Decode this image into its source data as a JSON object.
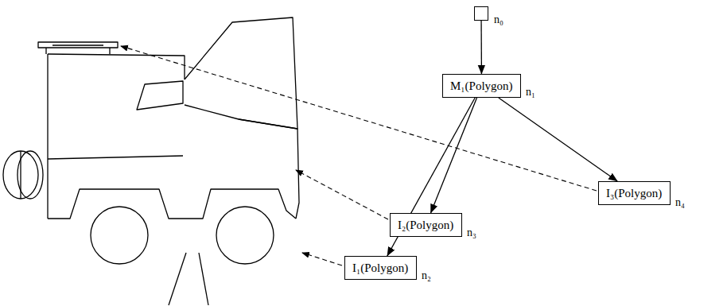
{
  "diagram": {
    "nodes": [
      {
        "text": [
          "n₀"
        ]
      },
      {
        "text": [
          "M₁(Polygon)",
          "n₁"
        ]
      },
      {
        "text": [
          "I₁(Polygon)",
          "n₂"
        ]
      },
      {
        "text": [
          "I₂(Polygon)",
          "n₃"
        ]
      },
      {
        "text": [
          "I₃(Polygon)",
          "n₄"
        ]
      }
    ],
    "edges": [
      {
        "from": 0,
        "to": 1,
        "arrow": "to"
      },
      {
        "from": 1,
        "to": 2,
        "arrow": "to"
      },
      {
        "from": 1,
        "to": 3,
        "arrow": "to"
      },
      {
        "from": 1,
        "to": 4,
        "arrow": "to"
      }
    ]
  }
}
